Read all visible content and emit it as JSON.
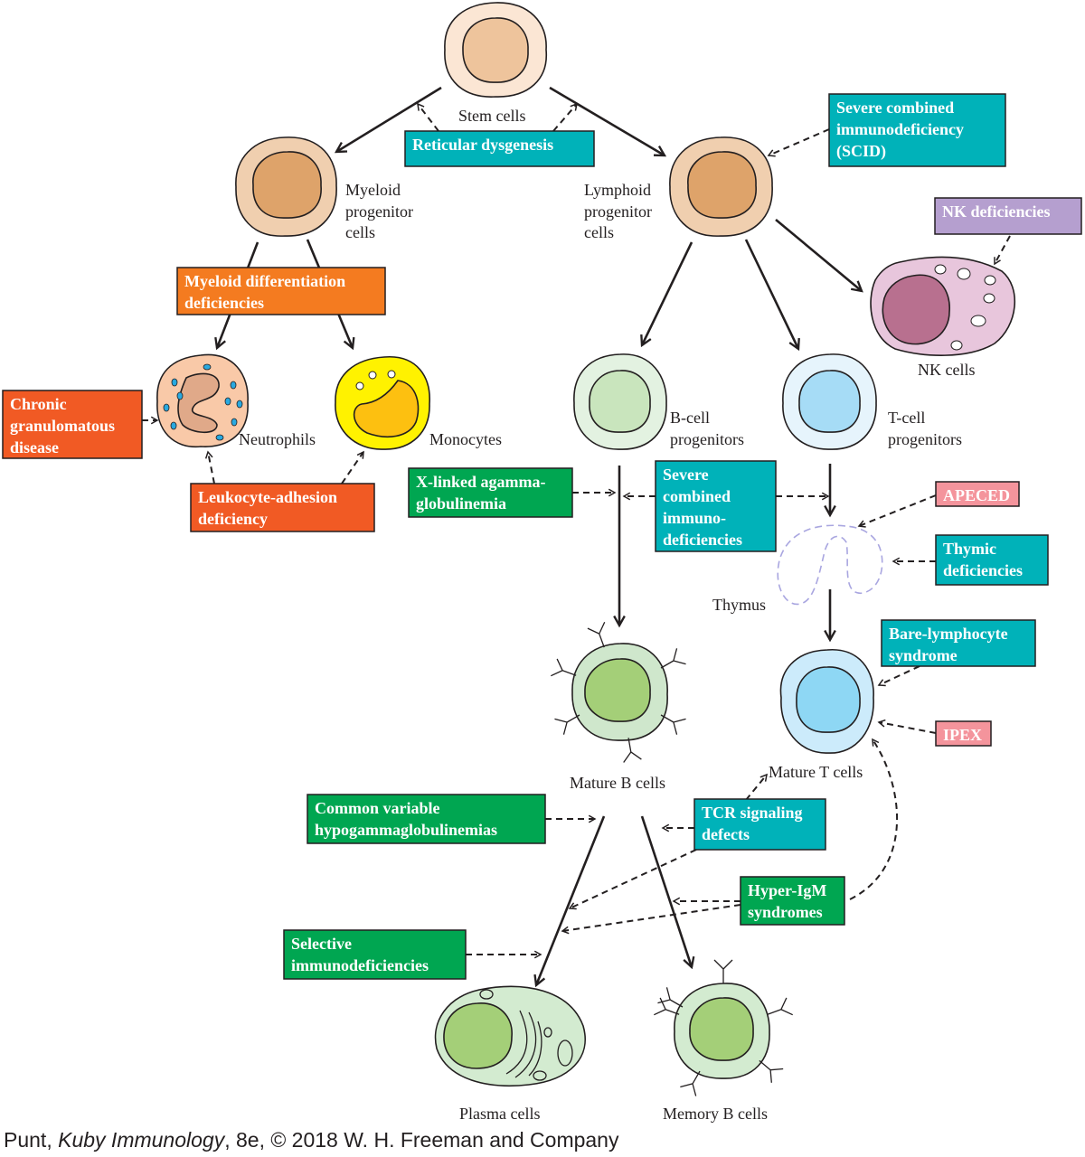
{
  "cells": {
    "stem": "Stem cells",
    "myeloid": [
      "Myeloid",
      "progenitor",
      "cells"
    ],
    "lymphoid": [
      "Lymphoid",
      "progenitor",
      "cells"
    ],
    "neutrophils": "Neutrophils",
    "monocytes": "Monocytes",
    "nk": "NK cells",
    "b_progenitors": [
      "B-cell",
      "progenitors"
    ],
    "t_progenitors": [
      "T-cell",
      "progenitors"
    ],
    "thymus": "Thymus",
    "mature_b": "Mature B cells",
    "mature_t": "Mature T cells",
    "plasma": "Plasma cells",
    "memory_b": "Memory B cells"
  },
  "colors": {
    "teal": "#00b2b9",
    "orange": "#f47b20",
    "red_orange": "#f15a24",
    "green": "#00a651",
    "pink": "#f4949c",
    "purple": "#b59fcf"
  },
  "deficiencies": {
    "reticular": [
      "Reticular dysgenesis"
    ],
    "scid": [
      "Severe combined",
      "immunodeficiency",
      "(SCID)"
    ],
    "nk": [
      "NK deficiencies"
    ],
    "myeloid": [
      "Myeloid differentiation",
      "deficiencies"
    ],
    "cgd": [
      "Chronic",
      "granulomatous",
      "disease"
    ],
    "lad": [
      "Leukocyte-adhesion",
      "deficiency"
    ],
    "xla": [
      "X-linked agamma-",
      "globulinemia"
    ],
    "scid2": [
      "Severe",
      "combined",
      "immuno-",
      "deficiencies"
    ],
    "apeced": [
      "APECED"
    ],
    "thymic": [
      "Thymic",
      "deficiencies"
    ],
    "bare": [
      "Bare-lymphocyte",
      "syndrome"
    ],
    "ipex": [
      "IPEX"
    ],
    "cvid": [
      "Common variable",
      "hypogammaglobulinemias"
    ],
    "tcr": [
      "TCR signaling",
      "defects"
    ],
    "higm": [
      "Hyper-IgM",
      "syndromes"
    ],
    "selective": [
      "Selective",
      "immunodeficiencies"
    ]
  },
  "footer": {
    "prefix": "Punt, ",
    "title": "Kuby Immunology",
    "suffix": ", 8e, © 2018 W. H. Freeman and Company"
  }
}
